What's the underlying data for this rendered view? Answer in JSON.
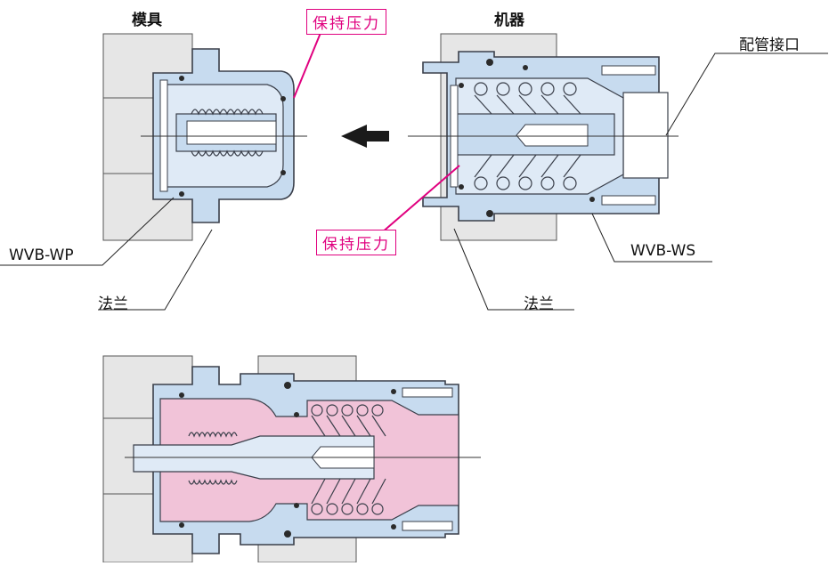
{
  "labels": {
    "mold": "模具",
    "machine": "机器",
    "pipe_port": "配管接口",
    "holding_pressure": "保持压力",
    "wvb_wp": "WVB-WP",
    "wvb_ws": "WVB-WS",
    "flange": "法兰"
  },
  "colors": {
    "part_blue": "#c7dbef",
    "part_outline": "#3a3f4a",
    "pink": "#f1c3d8",
    "wall_gray": "#e6e6e6",
    "accent_magenta": "#e0007f",
    "seal_black": "#2b2b2b"
  }
}
